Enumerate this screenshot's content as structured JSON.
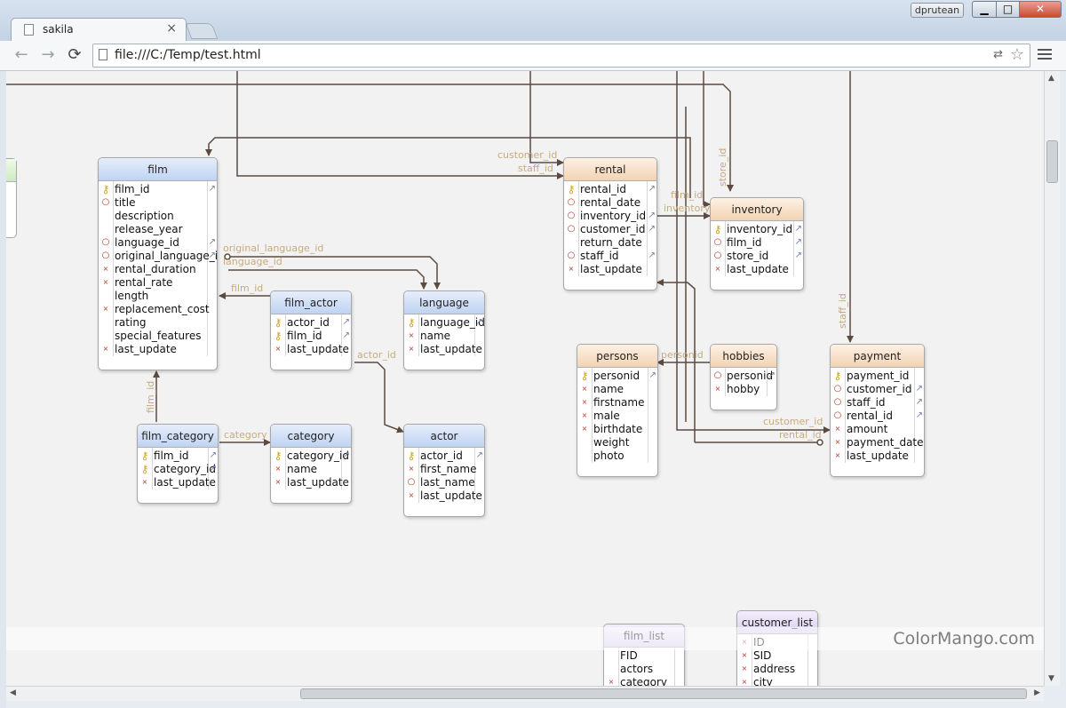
{
  "browser": {
    "tab_title": "sakila",
    "tab_close": "×",
    "url": "file:///C:/Temp/test.html",
    "user_button": "dprutean",
    "back_glyph": "←",
    "forward_glyph": "→",
    "reload_glyph": "⟳",
    "min_glyph": "▁",
    "max_glyph": "□",
    "close_glyph": "✕",
    "translate_glyph": "⇄",
    "star_glyph": "☆"
  },
  "watermark": "ColorMango.com",
  "tables": {
    "film": {
      "name": "film",
      "rows": [
        "film_id",
        "title",
        "description",
        "release_year",
        "language_id",
        "original_language_id",
        "rental_duration",
        "rental_rate",
        "length",
        "replacement_cost",
        "rating",
        "special_features",
        "last_update"
      ]
    },
    "film_actor": {
      "name": "film_actor",
      "rows": [
        "actor_id",
        "film_id",
        "last_update"
      ]
    },
    "language": {
      "name": "language",
      "rows": [
        "language_id",
        "name",
        "last_update"
      ]
    },
    "film_category": {
      "name": "film_category",
      "rows": [
        "film_id",
        "category_id",
        "last_update"
      ]
    },
    "category": {
      "name": "category",
      "rows": [
        "category_id",
        "name",
        "last_update"
      ]
    },
    "actor": {
      "name": "actor",
      "rows": [
        "actor_id",
        "first_name",
        "last_name",
        "last_update"
      ]
    },
    "rental": {
      "name": "rental",
      "rows": [
        "rental_id",
        "rental_date",
        "inventory_id",
        "customer_id",
        "return_date",
        "staff_id",
        "last_update"
      ]
    },
    "inventory": {
      "name": "inventory",
      "rows": [
        "inventory_id",
        "film_id",
        "store_id",
        "last_update"
      ]
    },
    "persons": {
      "name": "persons",
      "rows": [
        "personid",
        "name",
        "firstname",
        "male",
        "birthdate",
        "weight",
        "photo"
      ]
    },
    "hobbies": {
      "name": "hobbies",
      "rows": [
        "personid",
        "hobby"
      ]
    },
    "payment": {
      "name": "payment",
      "rows": [
        "payment_id",
        "customer_id",
        "staff_id",
        "rental_id",
        "amount",
        "payment_date",
        "last_update"
      ]
    },
    "film_list": {
      "name": "film_list",
      "rows": [
        "FID",
        "actors",
        "category"
      ]
    },
    "customer_list": {
      "name": "customer_list",
      "rows": [
        "ID",
        "SID",
        "address",
        "city"
      ]
    }
  },
  "edge_labels": {
    "customer_id_rental": "customer_id",
    "staff_id_rental": "staff_id",
    "film_id_inventory": "film_id",
    "inventory_id": "inventory_id",
    "store_id": "store_id",
    "original_language_id": "original_language_id",
    "language_id": "language_id",
    "film_id_actor": "film_id",
    "actor_id": "actor_id",
    "film_id_category": "film_id",
    "category": "category",
    "personid": "personid",
    "staff_id_payment": "staff_id",
    "customer_id_payment": "customer_id",
    "rental_id": "rental_id"
  }
}
